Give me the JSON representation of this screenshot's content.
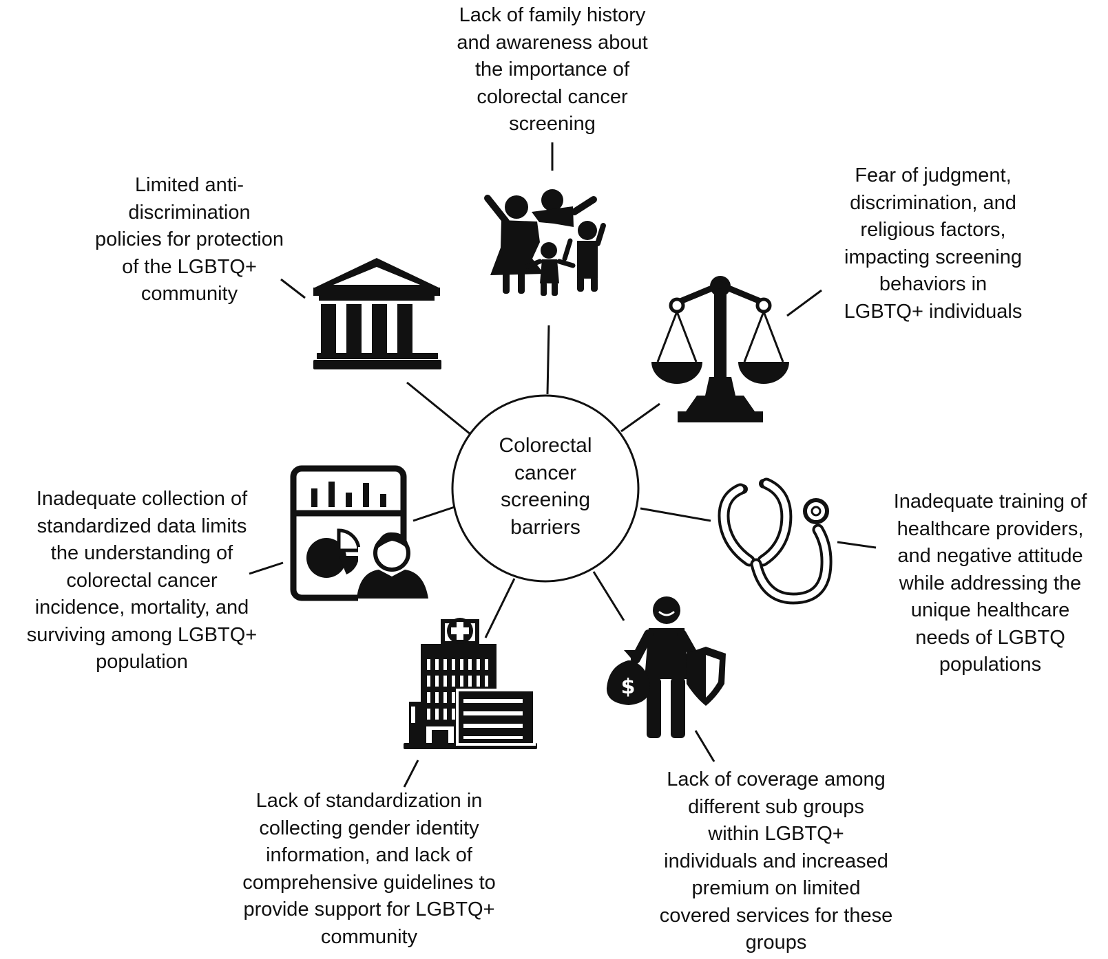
{
  "center": {
    "label": "Colorectal\ncancer\nscreening\nbarriers"
  },
  "barriers": [
    {
      "id": "family",
      "icon": "family-icon",
      "text": "Lack of family history\nand awareness about\nthe importance of\ncolorectal cancer\nscreening"
    },
    {
      "id": "policy",
      "icon": "government-building-icon",
      "text": "Limited anti-\ndiscrimination\npolicies for protection\nof the LGBTQ+\ncommunity"
    },
    {
      "id": "judgment",
      "icon": "justice-scale-icon",
      "text": "Fear of judgment,\ndiscrimination, and\nreligious factors,\nimpacting screening\nbehaviors in\nLGBTQ+ individuals"
    },
    {
      "id": "data",
      "icon": "data-analytics-icon",
      "text": "Inadequate collection of\nstandardized data limits\nthe understanding of\ncolorectal cancer\nincidence, mortality, and\nsurviving among LGBTQ+\npopulation"
    },
    {
      "id": "training",
      "icon": "stethoscope-icon",
      "text": "Inadequate training of\nhealthcare providers,\nand negative attitude\nwhile addressing the\nunique healthcare\nneeds of LGBTQ\npopulations"
    },
    {
      "id": "standardization",
      "icon": "hospital-icon",
      "text": "Lack of standardization in\ncollecting gender identity\ninformation, and lack of\ncomprehensive guidelines to\nprovide support for LGBTQ+\ncommunity"
    },
    {
      "id": "coverage",
      "icon": "insurance-person-icon",
      "text": "Lack of coverage among\ndifferent sub groups\nwithin LGBTQ+\nindividuals and increased\npremium on limited\ncovered services for these\ngroups"
    }
  ],
  "icon_text": {
    "dollar_sign": "$"
  },
  "colors": {
    "ink": "#111111",
    "background": "#ffffff"
  }
}
